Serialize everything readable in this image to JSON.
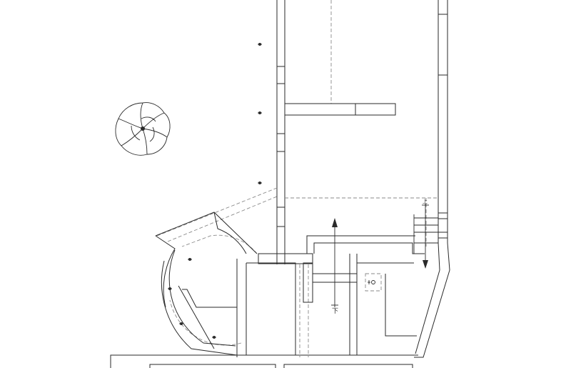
{
  "drawing": {
    "kind": "architectural floor plan",
    "colors": {
      "line": "#2a2a2a",
      "hidden_line": "#8a8a8a",
      "background": "#ffffff"
    },
    "labels": {
      "stair_lower": "下",
      "stair_right": "上"
    },
    "symbols": [
      "tree-symbol",
      "column-marker",
      "stair-up-arrow",
      "stair-down-arrow",
      "window-marker"
    ]
  }
}
